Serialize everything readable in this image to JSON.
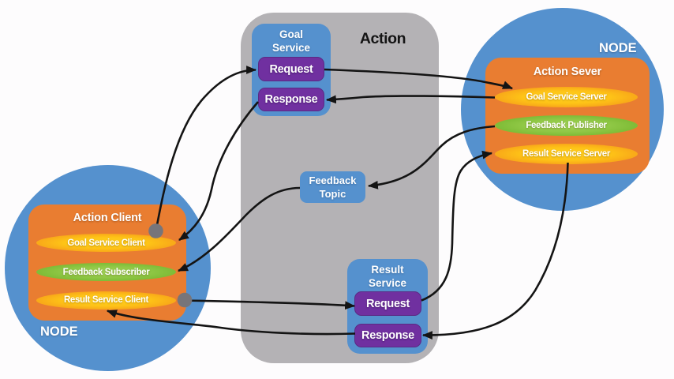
{
  "diagram": {
    "background": "#fdfcfd",
    "colors": {
      "node_blue": "#5591ce",
      "panel_gray": "#b4b2b5",
      "box_orange": "#e97d31",
      "pill_yellow": "#fec013",
      "pill_yellow_edge": "#f8a617",
      "pill_green": "#92c947",
      "pill_green_edge": "#7fbd37",
      "request_purple": "#7030a0",
      "arrow_black": "#141414",
      "dot_gray": "#77757a",
      "text_white": "#ffffff",
      "text_black": "#141414"
    },
    "action": {
      "title": "Action",
      "goal_service": {
        "label_line1": "Goal",
        "label_line2": "Service",
        "request_label": "Request",
        "response_label": "Response"
      },
      "feedback_topic": {
        "label_line1": "Feedback",
        "label_line2": "Topic"
      },
      "result_service": {
        "label_line1": "Result",
        "label_line2": "Service",
        "request_label": "Request",
        "response_label": "Response"
      }
    },
    "client_node": {
      "node_label": "NODE",
      "title": "Action Client",
      "pills": [
        {
          "label": "Goal Service Client",
          "color": "yellow"
        },
        {
          "label": "Feedback Subscriber",
          "color": "green"
        },
        {
          "label": "Result Service Client",
          "color": "yellow"
        }
      ]
    },
    "server_node": {
      "node_label": "NODE",
      "title": "Action Sever",
      "pills": [
        {
          "label": "Goal Service Server",
          "color": "yellow"
        },
        {
          "label": "Feedback Publisher",
          "color": "green"
        },
        {
          "label": "Result Service Server",
          "color": "yellow"
        }
      ]
    }
  }
}
